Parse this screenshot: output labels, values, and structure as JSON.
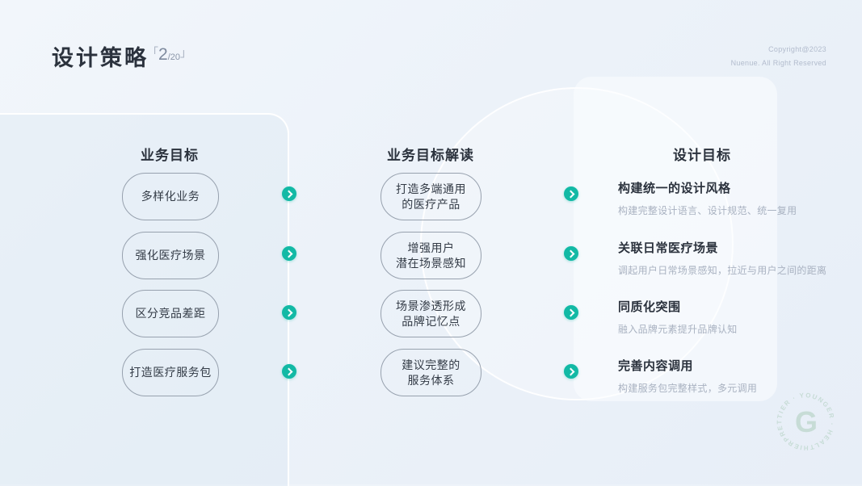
{
  "slide": {
    "title": "设计策略",
    "page": {
      "bracket_open": "「",
      "current": "2",
      "total": "/20",
      "bracket_close": "」"
    },
    "copyright_line1": "Copyright@2023",
    "copyright_line2": "Nuenue. All Right Reserved"
  },
  "columns": {
    "business_goals": {
      "header": "业务目标",
      "items": [
        "多样化业务",
        "强化医疗场景",
        "区分竞品差距",
        "打造医疗服务包"
      ]
    },
    "interpretation": {
      "header": "业务目标解读",
      "items": [
        "打造多端通用\n的医疗产品",
        "增强用户\n潜在场景感知",
        "场景渗透形成\n品牌记忆点",
        "建议完整的\n服务体系"
      ]
    },
    "design_goals": {
      "header": "设计目标",
      "items": [
        {
          "title": "构建统一的设计风格",
          "desc": "构建完整设计语言、设计规范、统一复用"
        },
        {
          "title": "关联日常医疗场景",
          "desc": "调起用户日常场景感知，拉近与用户之间的距离"
        },
        {
          "title": "同质化突围",
          "desc": "融入品牌元素提升品牌认知"
        },
        {
          "title": "完善内容调用",
          "desc": "构建服务包完整样式，多元调用"
        }
      ]
    }
  },
  "logo": {
    "ring_text": "PRETTIER · YOUNGER · HEALTHIER ·",
    "letter": "G"
  },
  "colors": {
    "accent_teal": "#12b9a5",
    "title_dark": "#2b323d",
    "muted_gray": "#a9b2c1",
    "logo_green": "#c7dcd6"
  }
}
